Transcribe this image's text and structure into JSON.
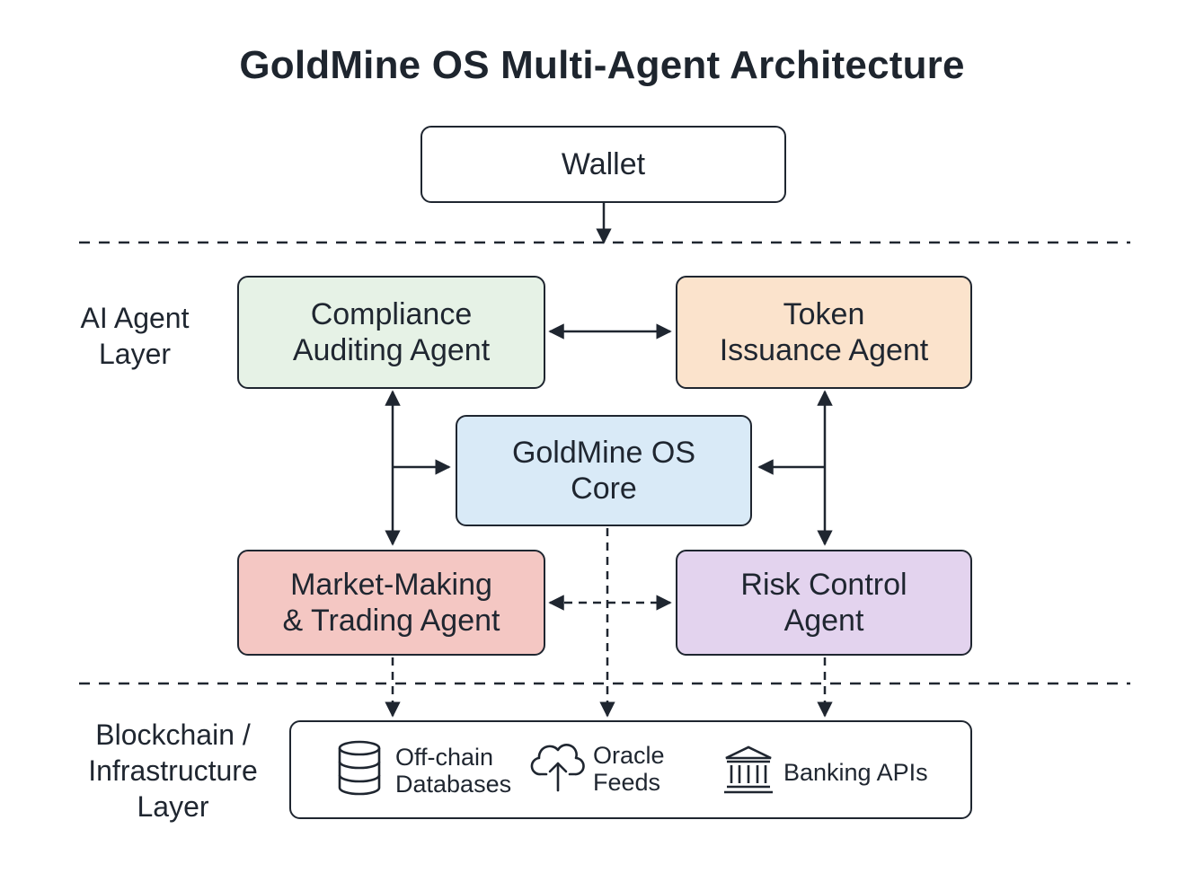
{
  "title": "GoldMine OS Multi-Agent Architecture",
  "layers": {
    "agent_layer": "AI Agent\nLayer",
    "infra_layer": "Blockchain /\nInfrastructure\nLayer"
  },
  "nodes": {
    "wallet": "Wallet",
    "compliance": "Compliance\nAuditing Agent",
    "token": "Token\nIssuance Agent",
    "core": "GoldMine OS\nCore",
    "market": "Market-Making\n& Trading Agent",
    "risk": "Risk Control\nAgent"
  },
  "infrastructure": [
    {
      "label": "Off-chain\nDatabases",
      "icon": "database-icon"
    },
    {
      "label": "Oracle\nFeeds",
      "icon": "cloud-upload-icon"
    },
    {
      "label": "Banking APIs",
      "icon": "bank-icon"
    }
  ],
  "colors": {
    "compliance": "#e6f2e6",
    "token": "#fbe3cc",
    "core": "#d9eaf7",
    "market": "#f4c7c3",
    "risk": "#e3d3ee",
    "line": "#1f2630"
  }
}
